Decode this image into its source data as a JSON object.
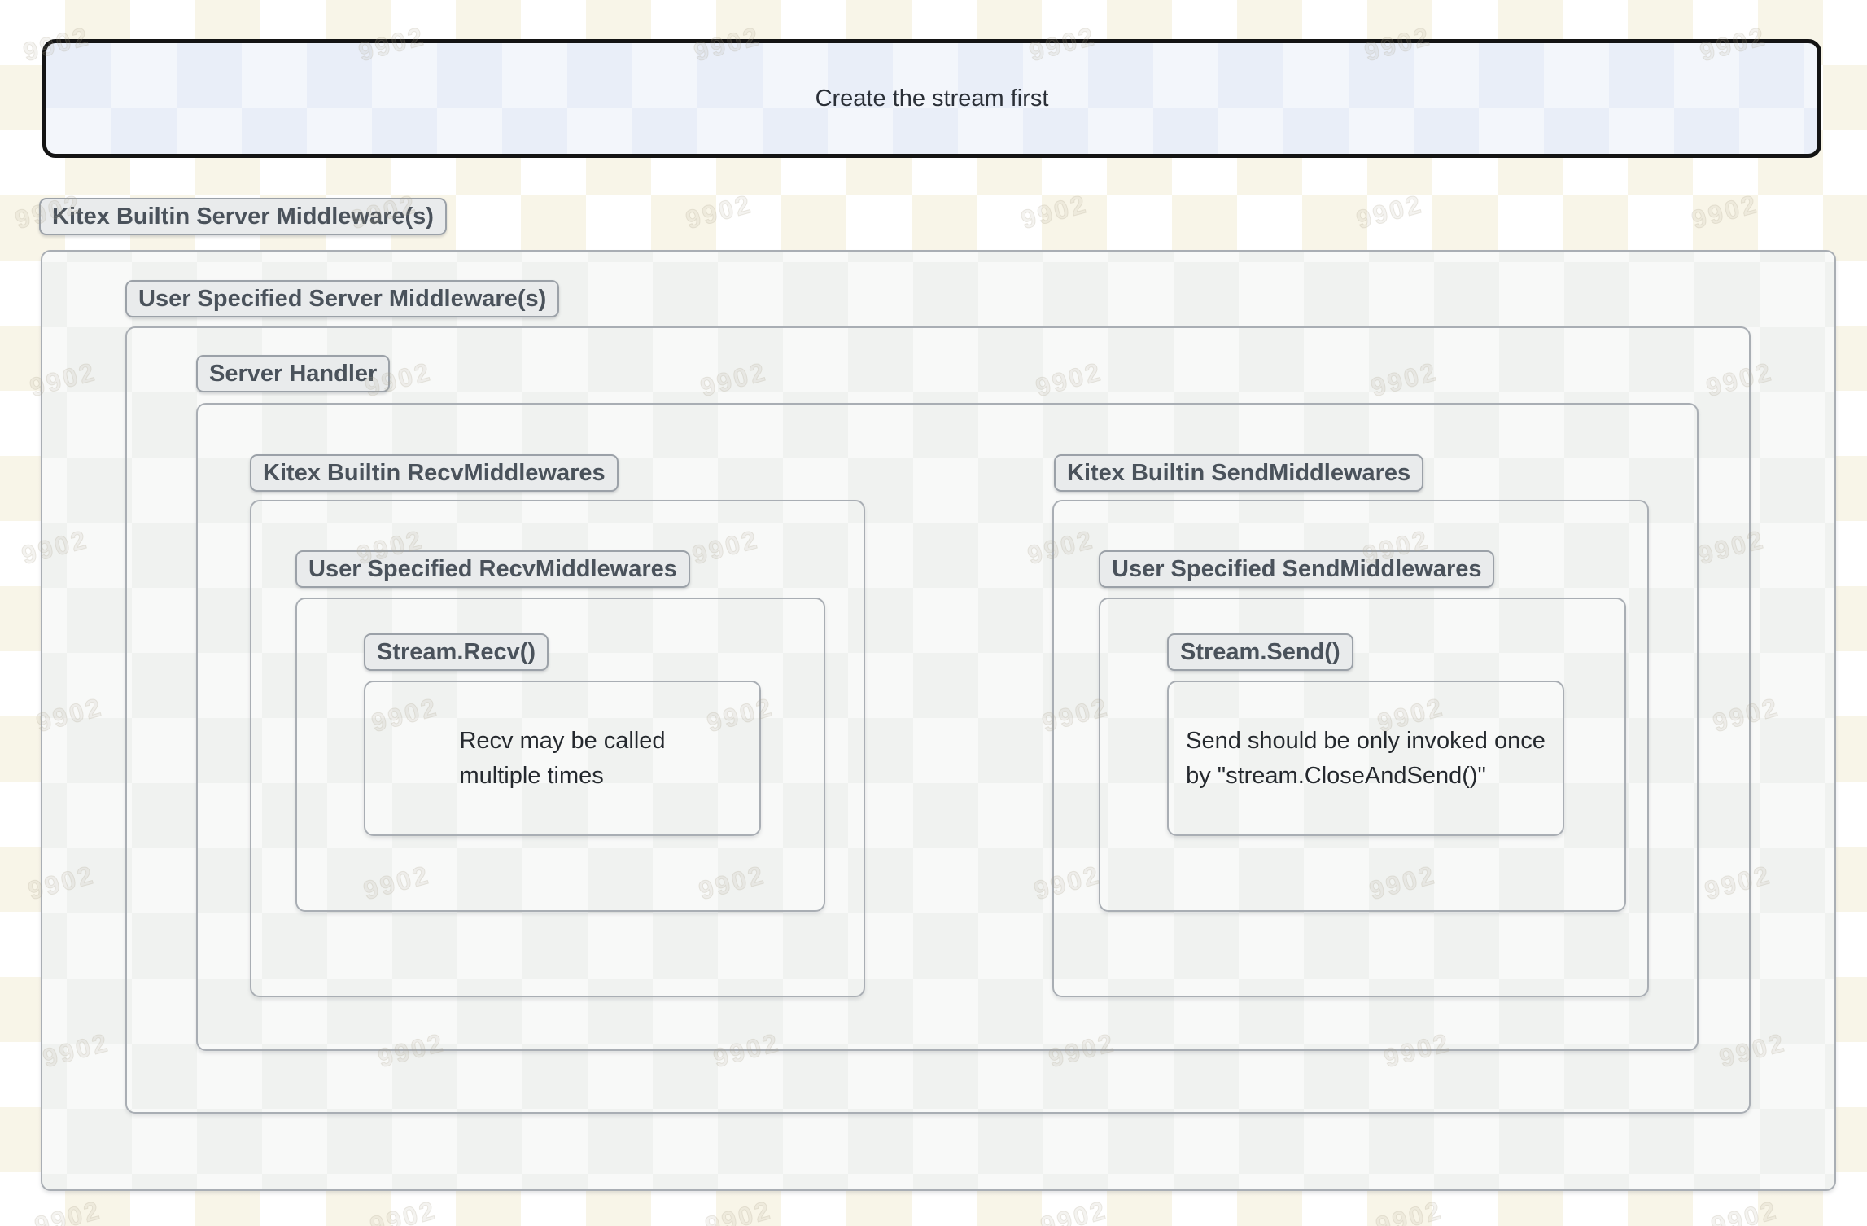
{
  "banner": {
    "text": "Create the stream first"
  },
  "watermark": {
    "text": "9902"
  },
  "labels": {
    "kitex_builtin_server": "Kitex Builtin Server Middleware(s)",
    "user_specified_server": "User Specified Server Middleware(s)",
    "server_handler": "Server Handler",
    "kitex_builtin_recv": "Kitex Builtin RecvMiddlewares",
    "user_specified_recv": "User Specified RecvMiddlewares",
    "stream_recv": "Stream.Recv()",
    "kitex_builtin_send": "Kitex Builtin SendMiddlewares",
    "user_specified_send": "User Specified SendMiddlewares",
    "stream_send": "Stream.Send()"
  },
  "notes": {
    "recv": {
      "line1": "Recv may be called",
      "line2": "multiple times"
    },
    "send": {
      "line1": "Send should be only invoked once",
      "line2": "by \"stream.CloseAndSend()\""
    }
  },
  "colors": {
    "banner_bg": "#e9eef8",
    "banner_border": "#141414",
    "box_bg": "#f0f2f0",
    "box_border": "#a9aeb4",
    "label_bg": "#e9ebec",
    "label_border": "#9ba1a8",
    "label_text": "#4a525b",
    "note_text": "#25292e"
  }
}
